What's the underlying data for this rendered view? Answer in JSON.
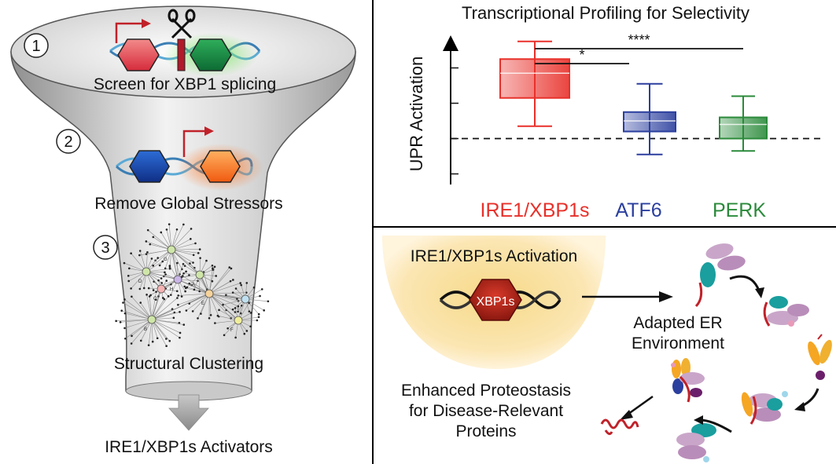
{
  "funnel": {
    "steps": [
      {
        "number": "1",
        "label": "Screen for XBP1 splicing"
      },
      {
        "number": "2",
        "label": "Remove Global Stressors"
      },
      {
        "number": "3",
        "label": "Structural Clustering"
      }
    ],
    "node_letters": [
      "A",
      "B",
      "C",
      "D",
      "E",
      "F",
      "G",
      "H",
      "I"
    ],
    "output_label": "IRE1/XBP1s Activators"
  },
  "chart": {
    "title": "Transcriptional Profiling for Selectivity",
    "ylabel": "UPR Activation",
    "significance": [
      {
        "label": "****",
        "from": "IRE1/XBP1s",
        "to": "PERK"
      },
      {
        "label": "*",
        "from": "IRE1/XBP1s",
        "to": "ATF6"
      }
    ]
  },
  "chart_data": {
    "type": "box",
    "title": "Transcriptional Profiling for Selectivity",
    "ylabel": "UPR Activation",
    "xlabel": "",
    "ylim": [
      -1.3,
      2.7
    ],
    "baseline": 0,
    "categories": [
      "IRE1/XBP1s",
      "ATF6",
      "PERK"
    ],
    "colors": [
      "#e8302a",
      "#2b3f9e",
      "#2a8a3a"
    ],
    "boxes": [
      {
        "label": "IRE1/XBP1s",
        "min": 0.35,
        "q1": 1.15,
        "median": 1.85,
        "q3": 2.25,
        "max": 2.75
      },
      {
        "label": "ATF6",
        "min": -0.45,
        "q1": 0.2,
        "median": 0.5,
        "q3": 0.75,
        "max": 1.55
      },
      {
        "label": "PERK",
        "min": -0.35,
        "q1": 0.0,
        "median": 0.4,
        "q3": 0.6,
        "max": 1.2
      }
    ]
  },
  "mechanism": {
    "activation_title": "IRE1/XBP1s Activation",
    "xbp1s_label": "XBP1s",
    "adapted_lines": [
      "Adapted ER",
      "Environment"
    ],
    "proteostasis_lines": [
      "Enhanced Proteostasis",
      "for Disease-Relevant",
      "Proteins"
    ]
  }
}
